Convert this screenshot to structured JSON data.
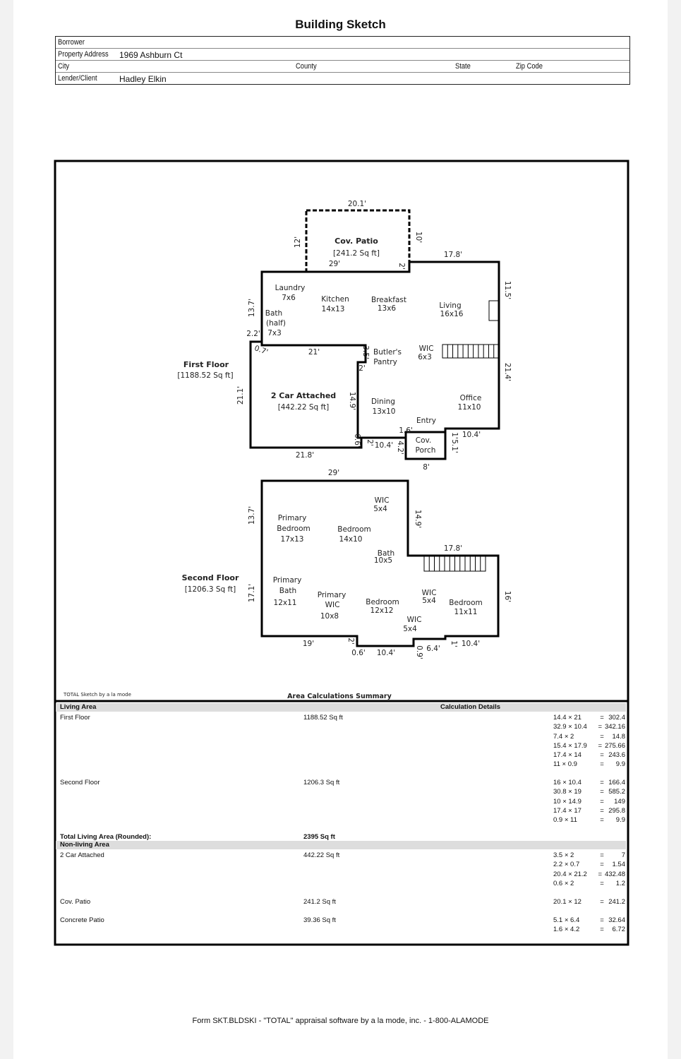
{
  "title": "Building Sketch",
  "header": {
    "borrower_label": "Borrower",
    "borrower": "",
    "address_label": "Property Address",
    "address": "1969 Ashburn Ct",
    "city_label": "City",
    "county_label": "County",
    "state_label": "State",
    "zip_label": "Zip Code",
    "lender_label": "Lender/Client",
    "lender": "Hadley Elkin"
  },
  "sketch": {
    "first_floor": {
      "name": "First Floor",
      "area": "[1188.52 Sq ft]",
      "rooms": [
        "Laundry",
        "7x6",
        "Kitchen",
        "14x13",
        "Breakfast",
        "13x6",
        "Living",
        "16x16",
        "Bath",
        "(half)",
        "7x3",
        "Butler's",
        "Pantry",
        "WIC",
        "6x3",
        "Dining",
        "13x10",
        "Office",
        "11x10",
        "Entry",
        "Cov.",
        "Porch"
      ],
      "dims": [
        "20.1'",
        "12'",
        "10'",
        "2'",
        "29'",
        "17.8'",
        "11.5'",
        "13.7'",
        "2.2'",
        "0.7'",
        "21'",
        "3.5'",
        "2'",
        "21.4'",
        "21.1'",
        "14.9'",
        "0.6'",
        "2'",
        "10.4'",
        "4.2'",
        "1.6'",
        "1'",
        "5.1'",
        "10.4'",
        "21.8'",
        "8'"
      ]
    },
    "patio": {
      "name": "Cov. Patio",
      "area": "[241.2 Sq ft]"
    },
    "garage": {
      "name": "2 Car Attached",
      "area": "[442.22 Sq ft]"
    },
    "second_floor": {
      "name": "Second Floor",
      "area": "[1206.3 Sq ft]",
      "rooms": [
        "WIC",
        "5x4",
        "Primary",
        "Bedroom",
        "17x13",
        "Bedroom",
        "14x10",
        "Bath",
        "10x5",
        "Primary",
        "Bath",
        "12x11",
        "Primary",
        "WIC",
        "10x8",
        "Bedroom",
        "12x12",
        "WIC",
        "5x4",
        "WIC",
        "5x4",
        "Bedroom",
        "11x11"
      ],
      "dims": [
        "29'",
        "13.7'",
        "14.9'",
        "17.8'",
        "17.1'",
        "16'",
        "19'",
        "2'",
        "0.6'",
        "10.4'",
        "0.9'",
        "6.4'",
        "1'",
        "10.4'"
      ]
    },
    "credit": "TOTAL Sketch by a la mode",
    "summary_title": "Area Calculations Summary"
  },
  "calc": {
    "living_area": "Living Area",
    "details_label": "Calculation Details",
    "first_floor": {
      "label": "First Floor",
      "area": "1188.52 Sq ft",
      "rows": [
        [
          "14.4 × 21",
          "302.4"
        ],
        [
          "32.9 × 10.4",
          "342.16"
        ],
        [
          "7.4 × 2",
          "14.8"
        ],
        [
          "15.4 × 17.9",
          "275.66"
        ],
        [
          "17.4 × 14",
          "243.6"
        ],
        [
          "11 × 0.9",
          "9.9"
        ]
      ]
    },
    "second_floor": {
      "label": "Second Floor",
      "area": "1206.3 Sq ft",
      "rows": [
        [
          "16 × 10.4",
          "166.4"
        ],
        [
          "30.8 × 19",
          "585.2"
        ],
        [
          "10 × 14.9",
          "149"
        ],
        [
          "17.4 × 17",
          "295.8"
        ],
        [
          "0.9 × 11",
          "9.9"
        ]
      ]
    },
    "total_label": "Total Living Area (Rounded):",
    "total": "2395 Sq ft",
    "non_living": "Non-living Area",
    "garage": {
      "label": "2 Car Attached",
      "area": "442.22 Sq ft",
      "rows": [
        [
          "3.5 × 2",
          "7"
        ],
        [
          "2.2 × 0.7",
          "1.54"
        ],
        [
          "20.4 × 21.2",
          "432.48"
        ],
        [
          "0.6 × 2",
          "1.2"
        ]
      ]
    },
    "patio": {
      "label": "Cov. Patio",
      "area": "241.2 Sq ft",
      "rows": [
        [
          "20.1 × 12",
          "241.2"
        ]
      ]
    },
    "concrete": {
      "label": "Concrete Patio",
      "area": "39.36 Sq ft",
      "rows": [
        [
          "5.1 × 6.4",
          "32.64"
        ],
        [
          "1.6 × 4.2",
          "6.72"
        ]
      ]
    },
    "eq": "="
  },
  "footer": "Form SKT.BLDSKI - \"TOTAL\" appraisal software by a la mode, inc. - 1-800-ALAMODE"
}
